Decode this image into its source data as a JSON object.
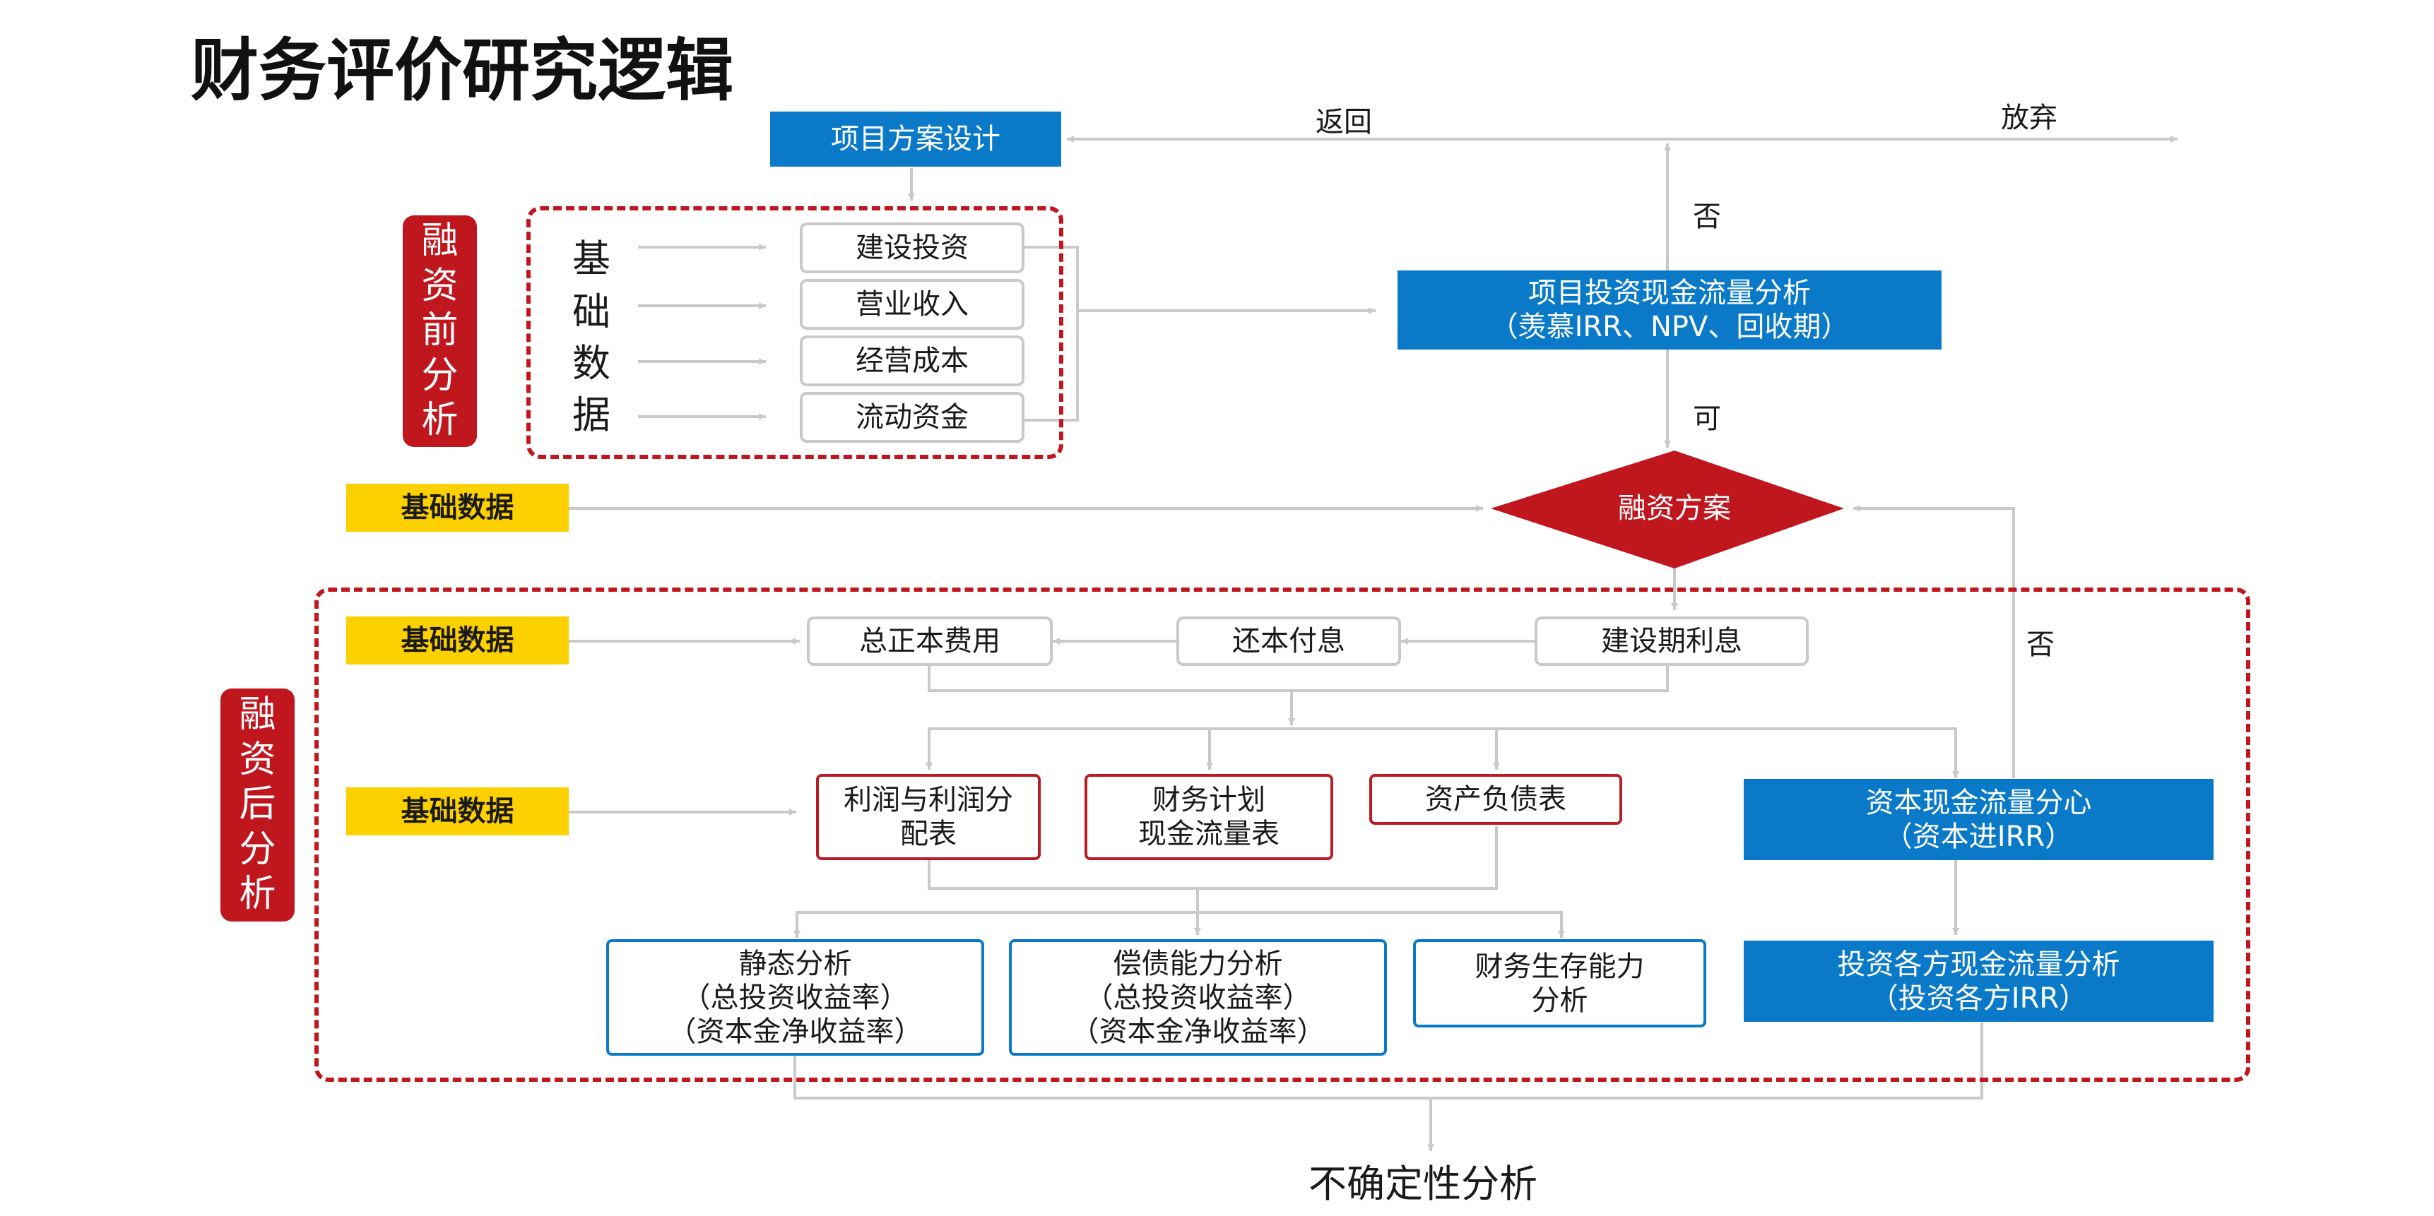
{
  "title": "财务评价研究逻辑",
  "colors": {
    "blue": "#0A7AC8",
    "red": "#C0161E",
    "yellow": "#FDD000",
    "line_gray": "#C9C9C9"
  },
  "nodes": {
    "project_design": "项目方案设计",
    "return_label": "返回",
    "abandon_label": "放弃",
    "no_label_top": "否",
    "yes_label": "可",
    "no_label_right": "否",
    "pre_financing_label": [
      "融",
      "资",
      "前",
      "分",
      "析"
    ],
    "basic_data_vertical": [
      "基",
      "础",
      "数",
      "据"
    ],
    "construction_investment": "建设投资",
    "operating_revenue": "营业收入",
    "operating_cost": "经营成本",
    "working_capital": "流动资金",
    "investment_cashflow": {
      "line1": "项目投资现金流量分析",
      "line2": "（羡慕IRR、NPV、回收期）"
    },
    "financing_plan": "融资方案",
    "basic_data_1": "基础数据",
    "basic_data_2": "基础数据",
    "basic_data_3": "基础数据",
    "post_financing_label": [
      "融",
      "资",
      "后",
      "分",
      "析"
    ],
    "total_cost": "总正本费用",
    "repayment": "还本付息",
    "construction_interest": "建设期利息",
    "profit_table": {
      "line1": "利润与利润分",
      "line2": "配表"
    },
    "financial_plan": {
      "line1": "财务计划",
      "line2": "现金流量表"
    },
    "balance_sheet": "资产负债表",
    "capital_cashflow": {
      "line1": "资本现金流量分心",
      "line2": "（资本进IRR）"
    },
    "static_analysis": {
      "line1": "静态分析",
      "line2": "（总投资收益率）",
      "line3": "（资本金净收益率）"
    },
    "solvency_analysis": {
      "line1": "偿债能力分析",
      "line2": "（总投资收益率）",
      "line3": "（资本金净收益率）"
    },
    "survival_analysis": {
      "line1": "财务生存能力",
      "line2": "分析"
    },
    "investors_cashflow": {
      "line1": "投资各方现金流量分析",
      "line2": "（投资各方IRR）"
    },
    "uncertainty_analysis": "不确定性分析"
  }
}
